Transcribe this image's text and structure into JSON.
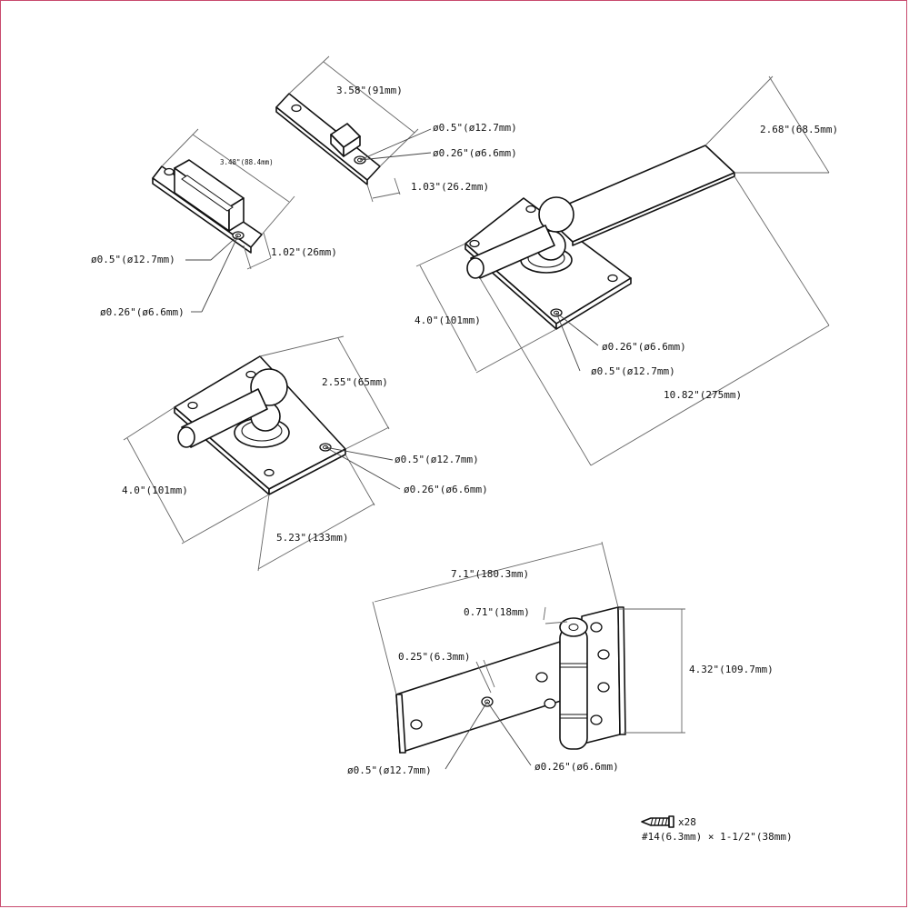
{
  "colors": {
    "frame": "#c84a6e",
    "line": "#111111",
    "dimension": "#666666"
  },
  "parts": {
    "pivot_plate": {
      "length": "3.48\"(88.4mm)",
      "width": "1.02\"(26mm)",
      "counterbore": "ø0.5\"(ø12.7mm)",
      "hole": "ø0.26\"(ø6.6mm)"
    },
    "latch_plate": {
      "length": "3.58\"(91mm)",
      "width": "1.03\"(26.2mm)",
      "counterbore": "ø0.5\"(ø12.7mm)",
      "hole": "ø0.26\"(ø6.6mm)"
    },
    "long_arm_bracket": {
      "arm_width": "2.68\"(68.5mm)",
      "plate_width": "4.0\"(101mm)",
      "overall_length": "10.82\"(275mm)",
      "hole": "ø0.26\"(ø6.6mm)",
      "counterbore": "ø0.5\"(ø12.7mm)"
    },
    "short_bracket": {
      "depth": "2.55\"(65mm)",
      "plate_width": "4.0\"(101mm)",
      "length": "5.23\"(133mm)",
      "counterbore": "ø0.5\"(ø12.7mm)",
      "hole": "ø0.26\"(ø6.6mm)"
    },
    "hinge": {
      "length": "7.1\"(180.3mm)",
      "pin_offset": "0.71\"(18mm)",
      "height": "4.32\"(109.7mm)",
      "thickness": "0.25\"(6.3mm)",
      "counterbore": "ø0.5\"(ø12.7mm)",
      "hole": "ø0.26\"(ø6.6mm)"
    }
  },
  "hardware": {
    "quantity": "x28",
    "spec": "#14(6.3mm) × 1-1/2\"(38mm)",
    "icon": "screw-icon"
  }
}
